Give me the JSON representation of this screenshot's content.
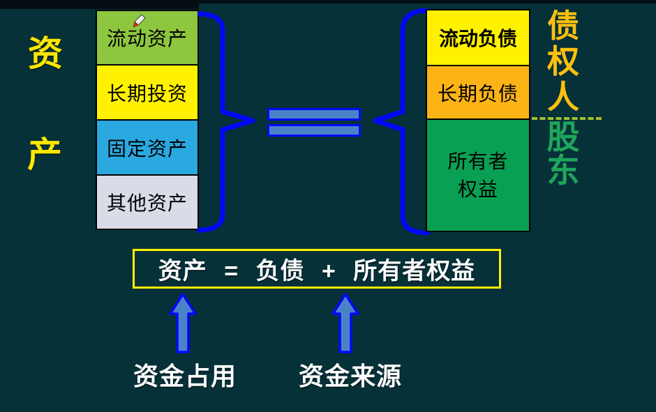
{
  "assets_label": [
    "资",
    "产"
  ],
  "assets_stack": {
    "items": [
      {
        "label": "流动资产",
        "color": "#8dc63f"
      },
      {
        "label": "长期投资",
        "color": "#fef200"
      },
      {
        "label": "固定资产",
        "color": "#2aa9e1"
      },
      {
        "label": "其他资产",
        "color": "#d9dbe7"
      }
    ]
  },
  "liabilities_stack": {
    "items": [
      {
        "label": "流动负债",
        "color": "#fef200"
      },
      {
        "label": "长期负债",
        "color": "#fcb316"
      },
      {
        "label": "所有者权益",
        "color": "#0aa053"
      }
    ]
  },
  "side_labels": {
    "creditors": "债权人",
    "shareholders": "股东"
  },
  "equation": "资产 = 负债 + 所有者权益",
  "bottom_labels": {
    "fund_usage": "资金占用",
    "fund_source": "资金来源"
  },
  "colors": {
    "background": "#063139",
    "brace_blue": "#0008f8",
    "bar_fill": "#4a82ca",
    "assets_title_yellow": "#ffe600",
    "creditors_gold": "#fdc00d",
    "shareholders_green": "#1fa65a",
    "divider_dash_green": "#a3bd2d",
    "equation_border_yellow": "#fef200"
  }
}
